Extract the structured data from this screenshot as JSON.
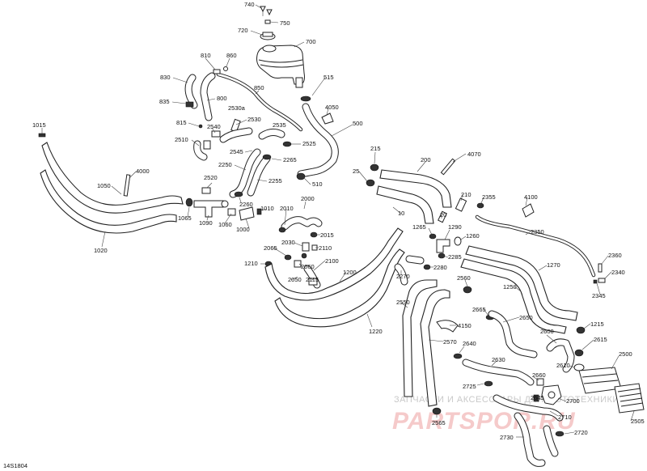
{
  "diagram": {
    "reference": "14S1804",
    "watermark": {
      "line1": "ЗАПЧАСТИ И АКСЕССУАРЫ ДЛЯ МОТОТЕХНИКИ",
      "line2": "PARTSPOR.RU"
    },
    "callouts": [
      {
        "id": "c740",
        "text": "740"
      },
      {
        "id": "c750",
        "text": "750"
      },
      {
        "id": "c720",
        "text": "720"
      },
      {
        "id": "c700",
        "text": "700"
      },
      {
        "id": "c810",
        "text": "810"
      },
      {
        "id": "c860",
        "text": "860"
      },
      {
        "id": "c830",
        "text": "830"
      },
      {
        "id": "c850",
        "text": "850"
      },
      {
        "id": "c800",
        "text": "800"
      },
      {
        "id": "c515",
        "text": "515"
      },
      {
        "id": "c835",
        "text": "835"
      },
      {
        "id": "c2530a",
        "text": "2530a"
      },
      {
        "id": "c4050",
        "text": "4050"
      },
      {
        "id": "c815",
        "text": "815"
      },
      {
        "id": "c2540",
        "text": "2540"
      },
      {
        "id": "c2530",
        "text": "2530"
      },
      {
        "id": "c2535",
        "text": "2535"
      },
      {
        "id": "c500",
        "text": "500"
      },
      {
        "id": "c1015",
        "text": "1015"
      },
      {
        "id": "c2510",
        "text": "2510"
      },
      {
        "id": "c2525",
        "text": "2525"
      },
      {
        "id": "c2545",
        "text": "2545"
      },
      {
        "id": "c215",
        "text": "215"
      },
      {
        "id": "c4070",
        "text": "4070"
      },
      {
        "id": "c2250",
        "text": "2250"
      },
      {
        "id": "c2265",
        "text": "2265"
      },
      {
        "id": "c200",
        "text": "200"
      },
      {
        "id": "c4000",
        "text": "4000"
      },
      {
        "id": "c2520",
        "text": "2520"
      },
      {
        "id": "c2255",
        "text": "2255"
      },
      {
        "id": "c25",
        "text": "25"
      },
      {
        "id": "c510",
        "text": "510"
      },
      {
        "id": "c1050",
        "text": "1050"
      },
      {
        "id": "c210",
        "text": "210"
      },
      {
        "id": "c2355",
        "text": "2355"
      },
      {
        "id": "c4100",
        "text": "4100"
      },
      {
        "id": "c2000",
        "text": "2000"
      },
      {
        "id": "c2260",
        "text": "2260"
      },
      {
        "id": "c10",
        "text": "10"
      },
      {
        "id": "c20",
        "text": "20"
      },
      {
        "id": "c1065",
        "text": "1065"
      },
      {
        "id": "c1090",
        "text": "1090"
      },
      {
        "id": "c1010",
        "text": "1010"
      },
      {
        "id": "c2010",
        "text": "2010"
      },
      {
        "id": "c1060",
        "text": "1060"
      },
      {
        "id": "c1265",
        "text": "1265"
      },
      {
        "id": "c1290",
        "text": "1290"
      },
      {
        "id": "c1000",
        "text": "1000"
      },
      {
        "id": "c2015",
        "text": "2015"
      },
      {
        "id": "c2350",
        "text": "2350"
      },
      {
        "id": "c1260",
        "text": "1260"
      },
      {
        "id": "c1020",
        "text": "1020"
      },
      {
        "id": "c2030",
        "text": "2030"
      },
      {
        "id": "c2110",
        "text": "2110"
      },
      {
        "id": "c2065",
        "text": "2065"
      },
      {
        "id": "c2285",
        "text": "2285"
      },
      {
        "id": "c2360",
        "text": "2360"
      },
      {
        "id": "c1210",
        "text": "1210"
      },
      {
        "id": "c2280",
        "text": "2280"
      },
      {
        "id": "c1270",
        "text": "1270"
      },
      {
        "id": "c2060",
        "text": "2060"
      },
      {
        "id": "c2100",
        "text": "2100"
      },
      {
        "id": "c2340",
        "text": "2340"
      },
      {
        "id": "c1200",
        "text": "1200"
      },
      {
        "id": "c2270",
        "text": "2270"
      },
      {
        "id": "c2050",
        "text": "2050"
      },
      {
        "id": "c2115",
        "text": "2115"
      },
      {
        "id": "c2560",
        "text": "2560"
      },
      {
        "id": "c1250",
        "text": "1250"
      },
      {
        "id": "c2345",
        "text": "2345"
      },
      {
        "id": "c2550",
        "text": "2550"
      },
      {
        "id": "c2665",
        "text": "2665"
      },
      {
        "id": "c2650",
        "text": "2650"
      },
      {
        "id": "c1220",
        "text": "1220"
      },
      {
        "id": "c4150",
        "text": "4150"
      },
      {
        "id": "c1215",
        "text": "1215"
      },
      {
        "id": "c2600",
        "text": "2600"
      },
      {
        "id": "c2615",
        "text": "2615"
      },
      {
        "id": "c2570",
        "text": "2570"
      },
      {
        "id": "c2640",
        "text": "2640"
      },
      {
        "id": "c2500",
        "text": "2500"
      },
      {
        "id": "c2630",
        "text": "2630"
      },
      {
        "id": "c2610",
        "text": "2610"
      },
      {
        "id": "c2660",
        "text": "2660"
      },
      {
        "id": "c2725",
        "text": "2725"
      },
      {
        "id": "c2645",
        "text": "2645"
      },
      {
        "id": "c2700",
        "text": "2700"
      },
      {
        "id": "c2505",
        "text": "2505"
      },
      {
        "id": "c2710",
        "text": "2710"
      },
      {
        "id": "c2565",
        "text": "2565"
      },
      {
        "id": "c2720",
        "text": "2720"
      },
      {
        "id": "c2730",
        "text": "2730"
      }
    ]
  }
}
